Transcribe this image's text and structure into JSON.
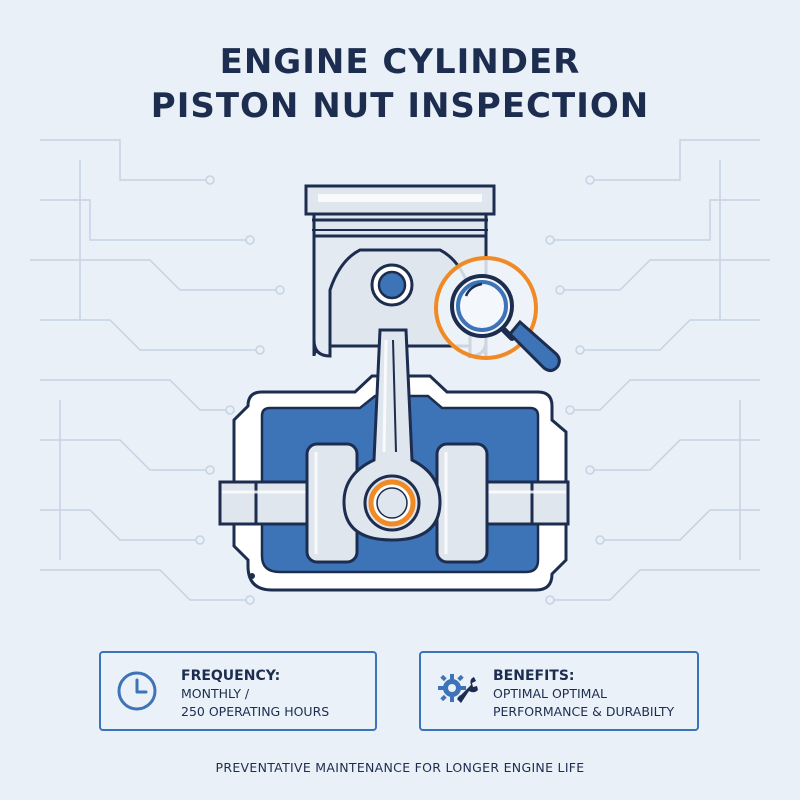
{
  "header": {
    "title_line1": "ENGINE CYLINDER",
    "title_line2": "PISTON NUT INSPECTION"
  },
  "frequency": {
    "heading": "FREQUENCY:",
    "line1": "MONTHLY /",
    "line2": "250 OPERATING HOURS",
    "icon": "clock-icon"
  },
  "benefits": {
    "heading": "BENEFITS:",
    "line1": "OPTIMAL OPTIMAL",
    "line2": "PERFORMANCE & DURABILTY",
    "icon": "gear-wrench-icon"
  },
  "footer": {
    "tagline": "PREVENTATIVE MAINTENANCE FOR LONGER ENGINE LIFE"
  },
  "colors": {
    "background": "#e9f0f7",
    "navy": "#1d2d4f",
    "blue": "#3d74b8",
    "highlight_orange": "#f08a24",
    "metal": "#dfe6ee"
  }
}
